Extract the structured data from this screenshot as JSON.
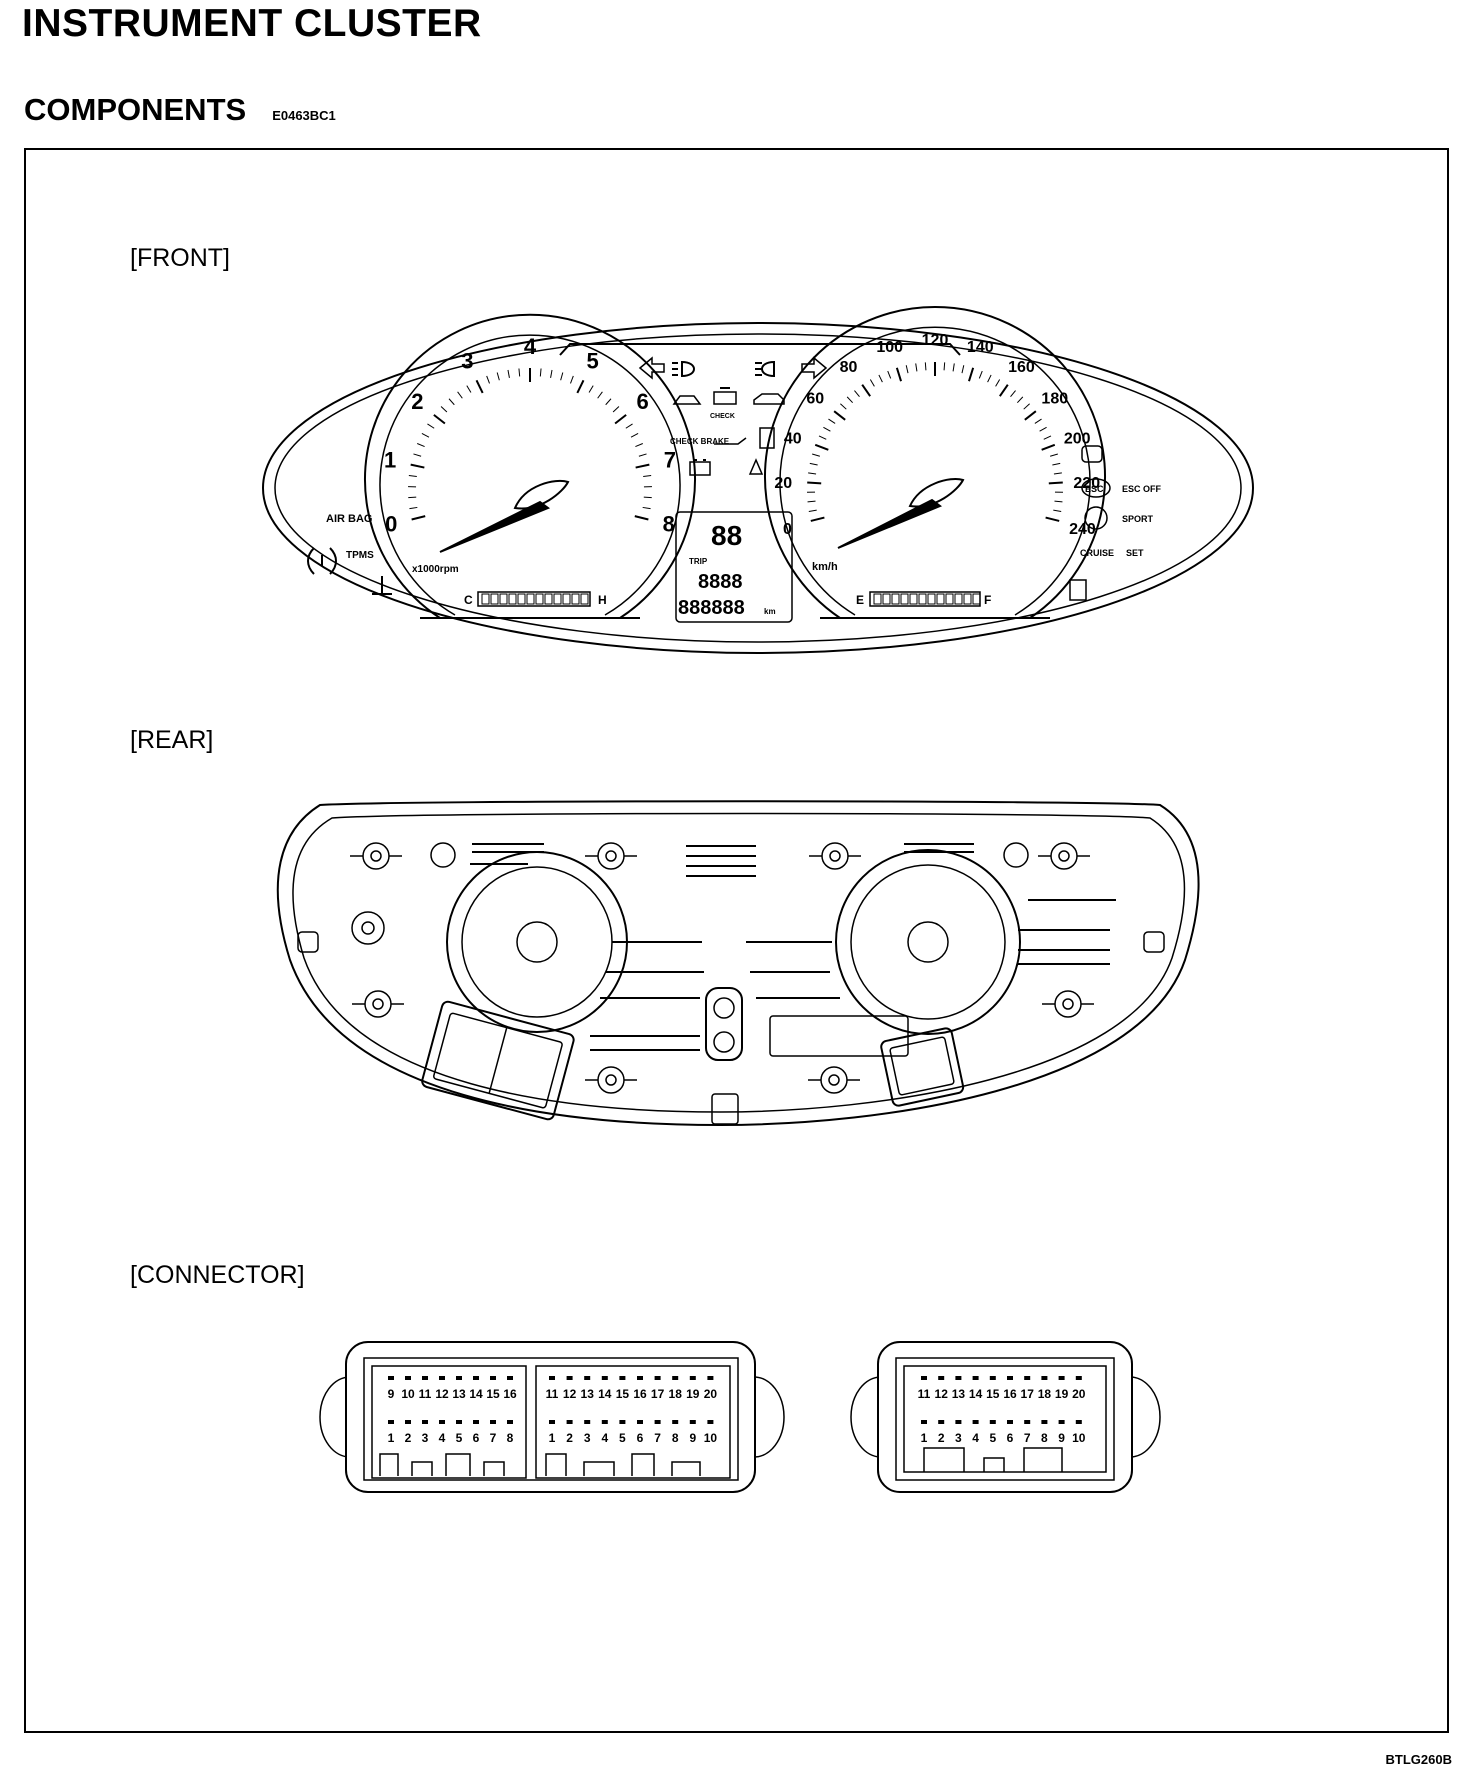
{
  "page_title": "INSTRUMENT CLUSTER",
  "section": {
    "title": "COMPONENTS",
    "code": "E0463BC1"
  },
  "views": {
    "front": "[FRONT]",
    "rear": "[REAR]",
    "connector": "[CONNECTOR]"
  },
  "figure_code": "BTLG260B",
  "front_panel": {
    "tachometer": {
      "numbers": [
        "0",
        "1",
        "2",
        "3",
        "4",
        "5",
        "6",
        "7",
        "8"
      ],
      "unit": "x1000rpm",
      "temp_c": "C",
      "temp_h": "H"
    },
    "speedometer": {
      "numbers": [
        "0",
        "20",
        "40",
        "60",
        "80",
        "100",
        "120",
        "140",
        "160",
        "180",
        "200",
        "220",
        "240"
      ],
      "unit": "km/h",
      "fuel_e": "E",
      "fuel_f": "F"
    },
    "left_labels": {
      "air_bag": "AIR BAG",
      "tpms": "TPMS"
    },
    "center_labels": {
      "check": "CHECK",
      "check_brake": "CHECK BRAKE",
      "odometer": "888888",
      "odo_unit": "km",
      "trip": "TRIP",
      "trip_digits": "8888",
      "gear_digits": "88"
    },
    "right_labels": {
      "esc": "ESC",
      "esc_off": "ESC OFF",
      "sport": "SPORT",
      "cruise": "CRUISE",
      "set": "SET"
    }
  },
  "connectors": {
    "left": {
      "block_a": {
        "top_pins": [
          "9",
          "10",
          "11",
          "12",
          "13",
          "14",
          "15",
          "16"
        ],
        "bottom_pins": [
          "1",
          "2",
          "3",
          "4",
          "5",
          "6",
          "7",
          "8"
        ]
      },
      "block_b": {
        "top_pins": [
          "11",
          "12",
          "13",
          "14",
          "15",
          "16",
          "17",
          "18",
          "19",
          "20"
        ],
        "bottom_pins": [
          "1",
          "2",
          "3",
          "4",
          "5",
          "6",
          "7",
          "8",
          "9",
          "10"
        ]
      }
    },
    "right": {
      "top_pins": [
        "11",
        "12",
        "13",
        "14",
        "15",
        "16",
        "17",
        "18",
        "19",
        "20"
      ],
      "bottom_pins": [
        "1",
        "2",
        "3",
        "4",
        "5",
        "6",
        "7",
        "8",
        "9",
        "10"
      ]
    }
  }
}
